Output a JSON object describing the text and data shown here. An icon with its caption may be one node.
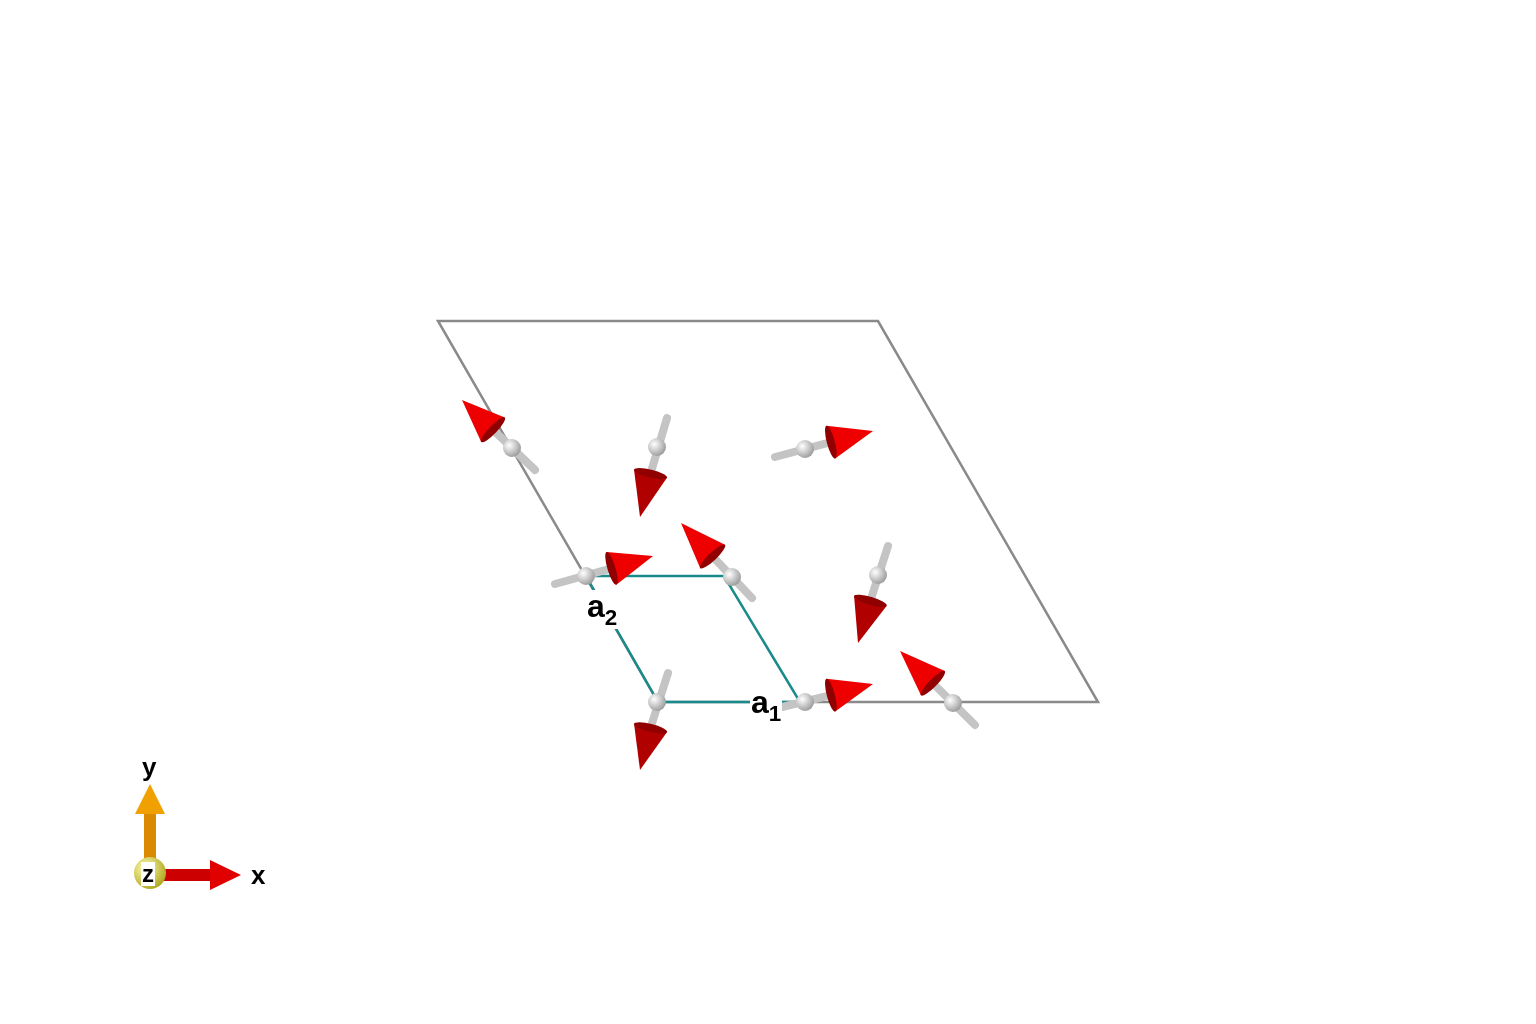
{
  "diagram": {
    "labels": [
      "a$_{2}$",
      "a$_{1}$",
      "y",
      "z",
      "x"
    ]
  }
}
